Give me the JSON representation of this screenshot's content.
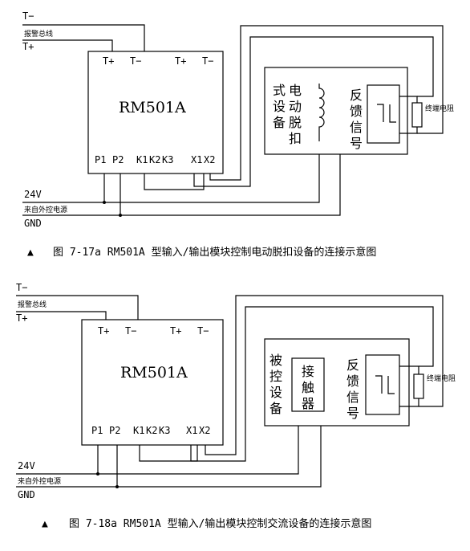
{
  "diagrams": [
    {
      "bus_minus": "T−",
      "bus_label": "报警总线",
      "bus_plus": "T+",
      "module_name": "RM501A",
      "terminals_top": [
        "T+",
        "T−",
        "T+",
        "T−"
      ],
      "terminals_bottom": [
        "P1",
        "P2",
        "K1",
        "K2",
        "K3",
        "X1",
        "X2"
      ],
      "power_voltage": "24V",
      "power_source": "来自外控电源",
      "ground": "GND",
      "device_label": [
        "电",
        "动",
        "脱",
        "扣",
        "式",
        "设",
        "备"
      ],
      "feedback_label": [
        "反",
        "馈",
        "信",
        "号"
      ],
      "resistor_label": "终端电阻",
      "caption_marker": "▲",
      "caption": "图 7-17a RM501A 型输入/输出模块控制电动脱扣设备的连接示意图"
    },
    {
      "bus_minus": "T−",
      "bus_label": "报警总线",
      "bus_plus": "T+",
      "module_name": "RM501A",
      "terminals_top": [
        "T+",
        "T−",
        "T+",
        "T−"
      ],
      "terminals_bottom": [
        "P1",
        "P2",
        "K1",
        "K2",
        "K3",
        "X1",
        "X2"
      ],
      "power_voltage": "24V",
      "power_source": "来自外控电源",
      "ground": "GND",
      "device_label": [
        "被",
        "控",
        "设",
        "备"
      ],
      "contactor_label": [
        "接",
        "触",
        "器"
      ],
      "feedback_label": [
        "反",
        "馈",
        "信",
        "号"
      ],
      "resistor_label": "终端电阻",
      "caption_marker": "▲",
      "caption": "图 7-18a RM501A 型输入/输出模块控制交流设备的连接示意图"
    }
  ]
}
